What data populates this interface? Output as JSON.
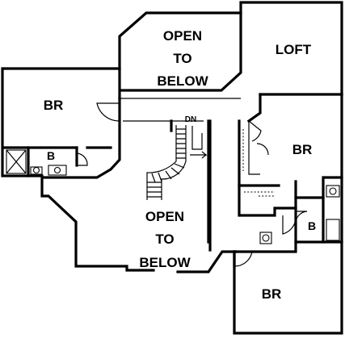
{
  "rooms": {
    "open_to_below_top": [
      "OPEN",
      "TO",
      "BELOW"
    ],
    "loft": "LOFT",
    "br_left": "BR",
    "bath_left": "B",
    "br_right": "BR",
    "bath_right": "B",
    "stair_label": "DN",
    "open_to_below_mid": [
      "OPEN",
      "TO",
      "BELOW"
    ],
    "br_bottom": "BR"
  }
}
